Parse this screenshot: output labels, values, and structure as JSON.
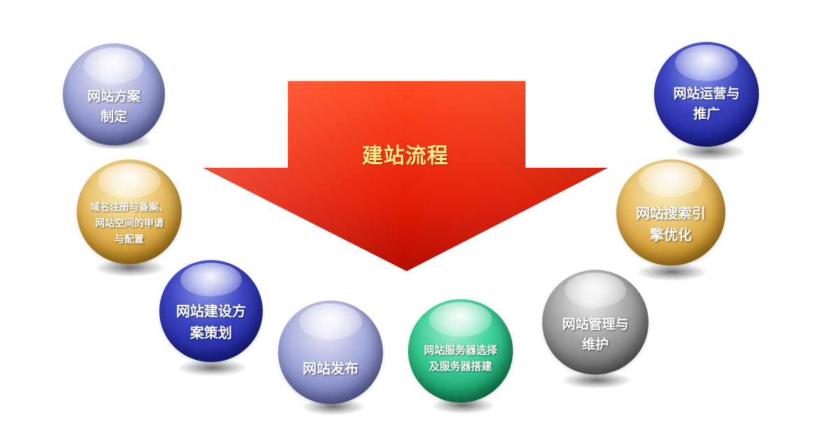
{
  "diagram": {
    "title": "建站流程",
    "colors": {
      "arrow_top": "#fb3a1c",
      "arrow_bottom": "#b50c00",
      "title_text": "#ffe98a"
    },
    "steps": [
      {
        "id": "plan",
        "lines": [
          "网站方案",
          "制定"
        ],
        "color": "lavender"
      },
      {
        "id": "domain",
        "lines": [
          "域名注册与备案、",
          "网站空间的申请",
          "与配置"
        ],
        "color": "gold"
      },
      {
        "id": "build-plan",
        "lines": [
          "网站建设方",
          "案策划"
        ],
        "color": "navy"
      },
      {
        "id": "publish",
        "lines": [
          "网站发布"
        ],
        "color": "lavender"
      },
      {
        "id": "server",
        "lines": [
          "网站服务器选择",
          "及服务器搭建"
        ],
        "color": "green"
      },
      {
        "id": "maintain",
        "lines": [
          "网站管理与",
          "维护"
        ],
        "color": "gray"
      },
      {
        "id": "seo",
        "lines": [
          "网站搜索引",
          "擎优化"
        ],
        "color": "gold"
      },
      {
        "id": "operate",
        "lines": [
          "网站运营与",
          "推广"
        ],
        "color": "navy"
      }
    ]
  }
}
